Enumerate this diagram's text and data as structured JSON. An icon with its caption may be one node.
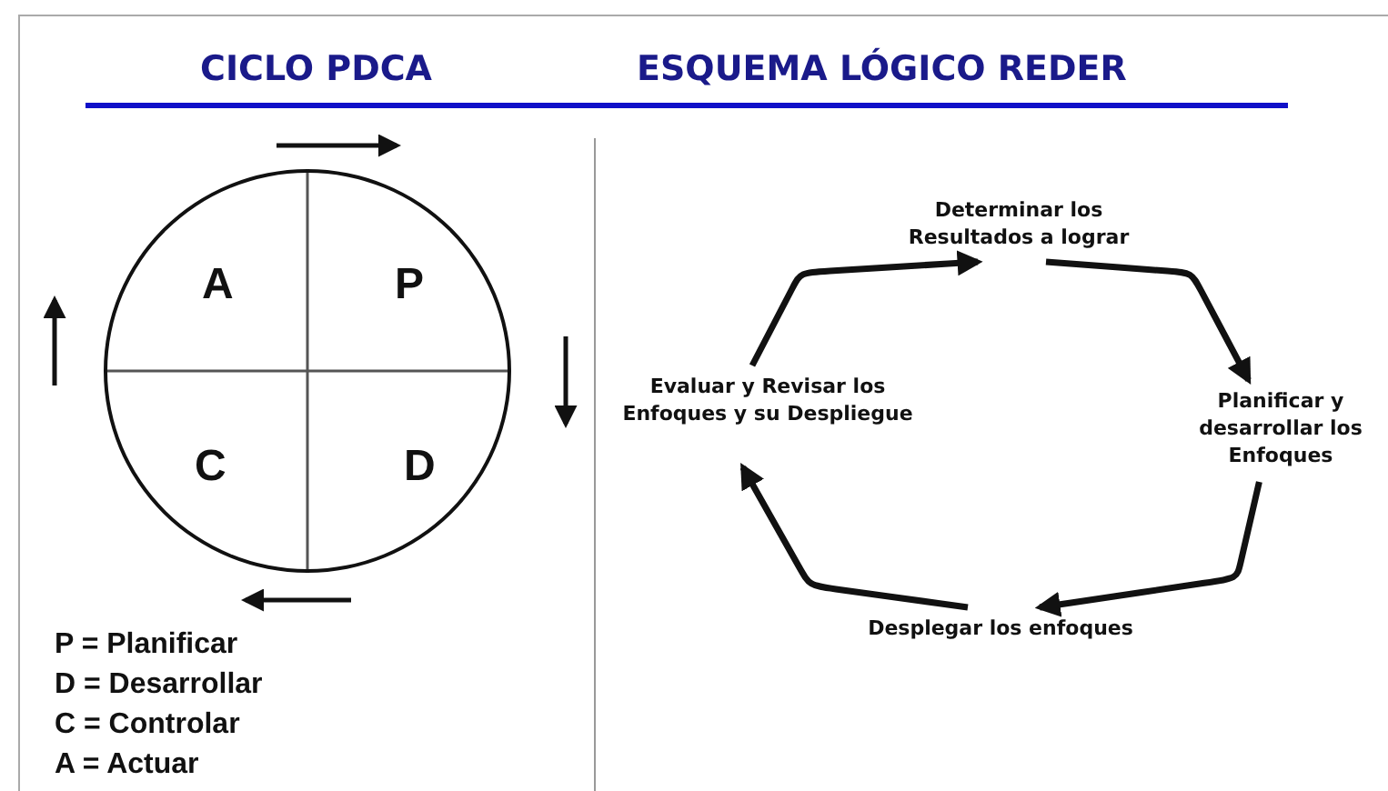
{
  "diagram": {
    "nodes": [
      {
        "text": [
          "A",
          "P",
          "C",
          "D"
        ]
      },
      {
        "text": [
          "Determinar los Resultados a lograr"
        ]
      },
      {
        "text": [
          "Evaluar y Revisar los Enfoques y su Despliegue"
        ]
      },
      {
        "text": [
          "Planificar y desarrollar los Enfoques"
        ]
      },
      {
        "text": [
          "Desplegar los enfoques"
        ]
      }
    ],
    "edges": [
      {
        "from": 2,
        "to": 1,
        "arrow": "to"
      },
      {
        "from": 1,
        "to": 3,
        "arrow": "to"
      },
      {
        "from": 3,
        "to": 4,
        "arrow": "to"
      },
      {
        "from": 4,
        "to": 2,
        "arrow": "to"
      }
    ],
    "labels": [
      "CICLO PDCA",
      "ESQUEMA LÓGICO REDER",
      "P = Planificar",
      "D = Desarrollar",
      "C = Controlar",
      "A = Actuar"
    ]
  }
}
